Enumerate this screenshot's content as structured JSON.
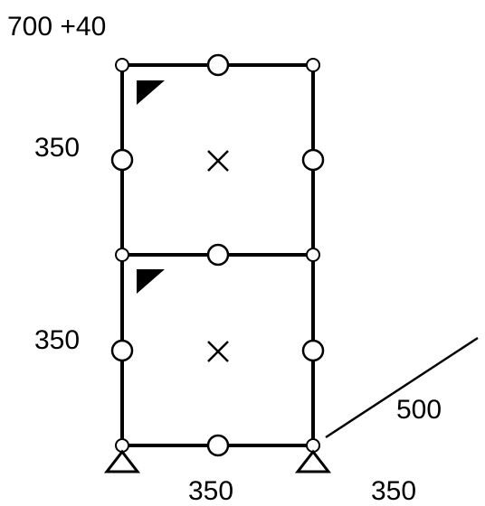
{
  "labels": {
    "top_load": "700 +40",
    "upper_height": "350",
    "lower_height": "350",
    "bay_width": "350",
    "extension_width": "350",
    "diagonal_length": "500"
  },
  "colors": {
    "line": "#000000",
    "background": "#ffffff"
  },
  "symbols": {
    "joint": "hinge-circle",
    "midpoint": "circle-marker",
    "panel_center": "cross-marker",
    "corner": "filled-triangle",
    "support": "pin-support-triangle"
  }
}
